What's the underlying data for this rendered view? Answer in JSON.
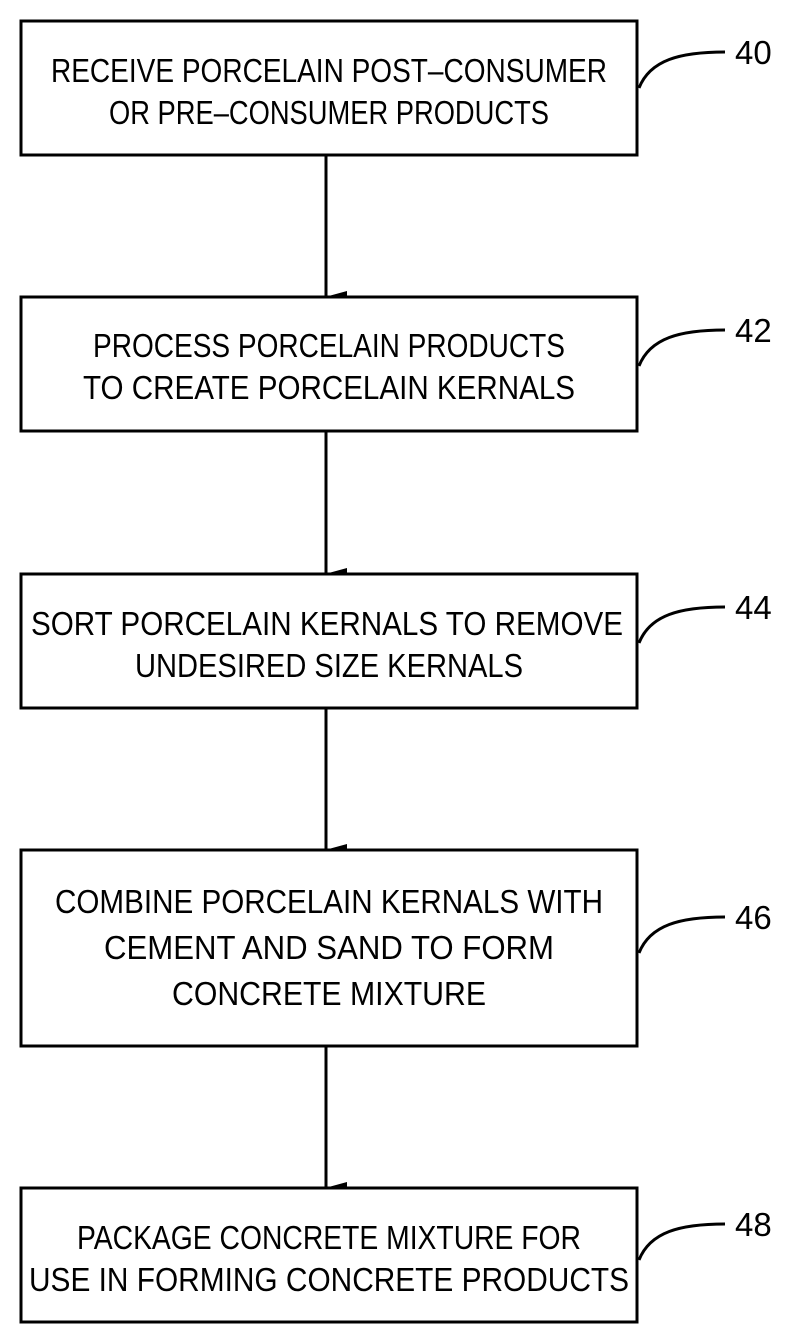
{
  "steps": [
    {
      "ref": "40",
      "lines": [
        "RECEIVE PORCELAIN POST–CONSUMER",
        "OR PRE–CONSUMER PRODUCTS"
      ]
    },
    {
      "ref": "42",
      "lines": [
        "PROCESS PORCELAIN PRODUCTS",
        "TO CREATE PORCELAIN KERNALS"
      ]
    },
    {
      "ref": "44",
      "lines": [
        "SORT PORCELAIN KERNALS TO REMOVE",
        "UNDESIRED SIZE KERNALS"
      ]
    },
    {
      "ref": "46",
      "lines": [
        "COMBINE PORCELAIN KERNALS WITH",
        "CEMENT AND SAND TO FORM",
        "CONCRETE MIXTURE"
      ]
    },
    {
      "ref": "48",
      "lines": [
        "PACKAGE CONCRETE MIXTURE FOR",
        "USE IN FORMING CONCRETE PRODUCTS"
      ]
    }
  ]
}
